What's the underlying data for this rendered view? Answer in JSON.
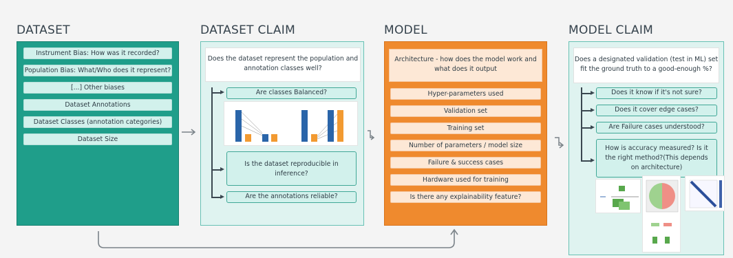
{
  "headings": {
    "dataset": "DATASET",
    "dataset_claim": "DATASET CLAIM",
    "model": "MODEL",
    "model_claim": "MODEL CLAIM"
  },
  "dataset": {
    "items": [
      "Instrument Bias: How was it recorded?",
      "Population Bias: What/Who does it represent?",
      "[...] Other biases",
      "Dataset Annotations",
      "Dataset Classes (annotation categories)",
      "Dataset Size"
    ]
  },
  "dataset_claim": {
    "question": "Does the dataset represent the population and annotation classes well?",
    "checks": [
      "Are classes Balanced?",
      "Is the dataset reproducible in inference?",
      "Are the annotations reliable?"
    ]
  },
  "model": {
    "question": "Architecture - how does the model work and what does it output",
    "items": [
      "Hyper-parameters used",
      "Validation set",
      "Training set",
      "Number of parameters / model size",
      "Failure & success cases",
      "Hardware used for training",
      "Is there any explainability feature?"
    ]
  },
  "model_claim": {
    "question": "Does a designated validation (test in ML) set fit the ground truth to a good-enough %?",
    "checks": [
      "Does it know if it's not sure?",
      "Does it cover edge cases?",
      "Are Failure cases understood?",
      "How is accuracy measured? Is it the right method?(This depends on architecture)"
    ]
  },
  "colors": {
    "dataset_panel": "#1f9e8a",
    "model_panel": "#ef8a2e",
    "claim_panel": "#dff3f0"
  }
}
